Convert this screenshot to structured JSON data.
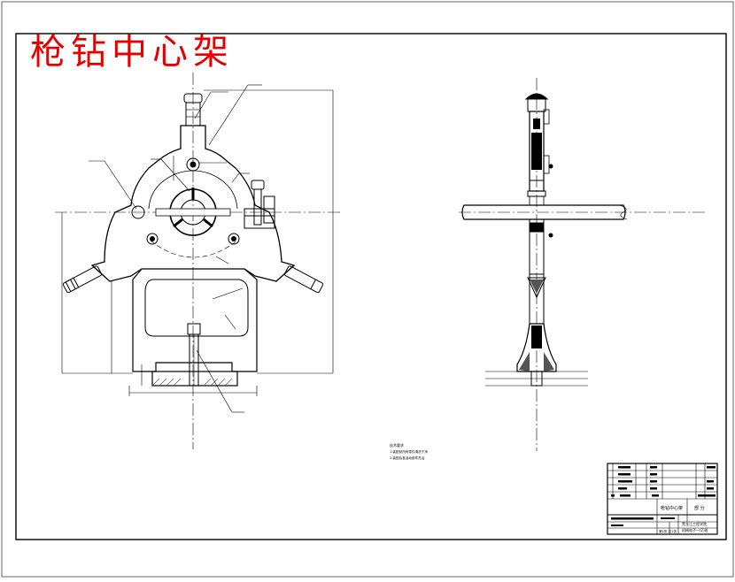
{
  "title": "枪钻中心架",
  "colors": {
    "title": "#e60000",
    "line": "#000000",
    "paper": "#ffffff",
    "hatch": "#555555"
  },
  "title_block": {
    "drawing_name": "枪钻中心架",
    "material_label": "部 分",
    "institution": "黑龙江工程学院",
    "institution_line2": "机械电子一(2)班",
    "sheet_label": "第1张 共1张",
    "design_label": "设计",
    "check_label": "审核"
  },
  "notes": {
    "heading": "技术要求",
    "line1": "1.装配前所有零件清洗干净",
    "line2": "2.装配后各活动部件灵活"
  }
}
